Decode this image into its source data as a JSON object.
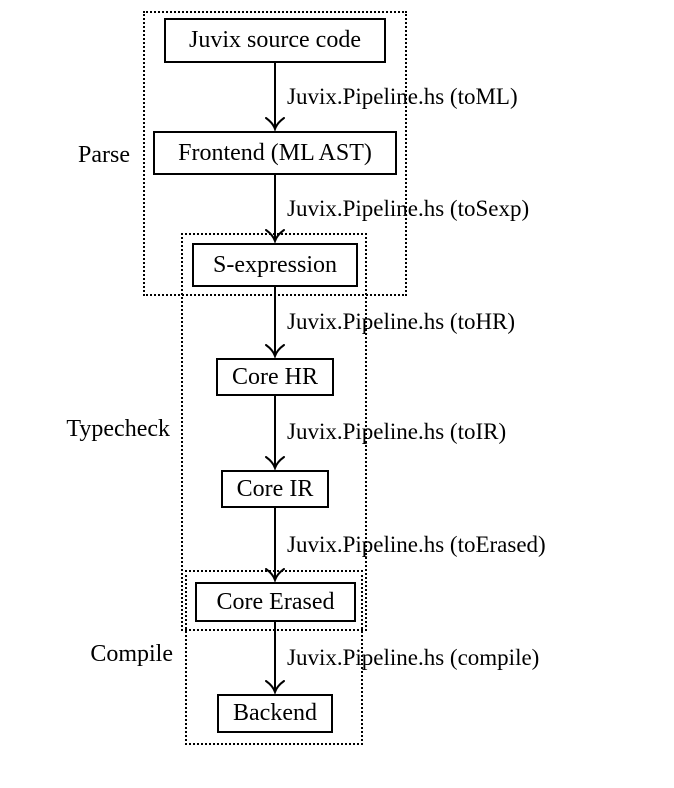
{
  "regions": [
    {
      "label": "Parse"
    },
    {
      "label": "Typecheck"
    },
    {
      "label": "Compile"
    }
  ],
  "nodes": [
    {
      "label": "Juvix source code"
    },
    {
      "label": "Frontend (ML AST)"
    },
    {
      "label": "S-expression"
    },
    {
      "label": "Core HR"
    },
    {
      "label": "Core IR"
    },
    {
      "label": "Core Erased"
    },
    {
      "label": "Backend"
    }
  ],
  "edges": [
    {
      "label": "Juvix.Pipeline.hs (toML)"
    },
    {
      "label": "Juvix.Pipeline.hs (toSexp)"
    },
    {
      "label": "Juvix.Pipeline.hs (toHR)"
    },
    {
      "label": "Juvix.Pipeline.hs (toIR)"
    },
    {
      "label": "Juvix.Pipeline.hs (toErased)"
    },
    {
      "label": "Juvix.Pipeline.hs (compile)"
    }
  ],
  "colors": {
    "ink": "#000000",
    "background": "#ffffff"
  }
}
